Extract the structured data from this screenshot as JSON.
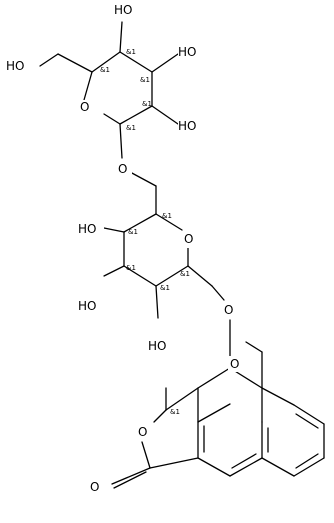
{
  "atoms": {
    "ho_top": "HO",
    "ho_left": "HO",
    "ho_right_upper": "HO",
    "ho_right_lower": "HO",
    "o_ring_top": "O",
    "o_link": "O",
    "ho_mid_upper": "HO",
    "o_ring_mid": "O",
    "ho_mid_lower": "HO",
    "o_glyco": "O",
    "ho_mid_bottom": "HO",
    "o_methoxy": "O",
    "o_lactone_ring": "O",
    "o_carbonyl": "O"
  },
  "stereo_label": "&1"
}
